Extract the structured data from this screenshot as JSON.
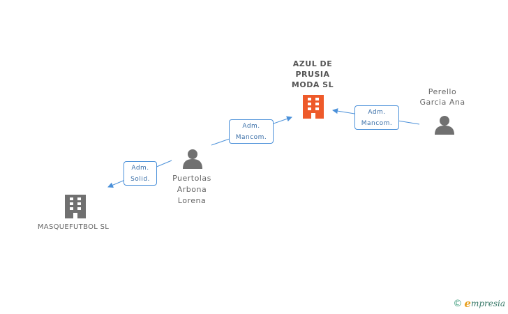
{
  "nodes": {
    "azul": {
      "name_lines": [
        "AZUL DE",
        "PRUSIA",
        "MODA SL"
      ],
      "icon": "building-icon",
      "color": "#ee5a2a"
    },
    "perello": {
      "name_lines": [
        "Perello",
        "Garcia Ana"
      ],
      "icon": "person-icon",
      "color": "#707070"
    },
    "puertolas": {
      "name_lines": [
        "Puertolas",
        "Arbona",
        "Lorena"
      ],
      "icon": "person-icon",
      "color": "#707070"
    },
    "masquefutbol": {
      "name_lines": [
        "MASQUEFUTBOL SL"
      ],
      "icon": "building-icon",
      "color": "#707070"
    }
  },
  "relations": {
    "perello_azul": [
      "Adm.",
      "Mancom."
    ],
    "puertolas_azul": [
      "Adm.",
      "Mancom."
    ],
    "puertolas_masquefutbol": [
      "Adm.",
      "Solid."
    ]
  },
  "edge_color": "#4a90d9",
  "footer": {
    "copyright": "©",
    "brand_initial": "e",
    "brand_rest": "mpresia"
  }
}
